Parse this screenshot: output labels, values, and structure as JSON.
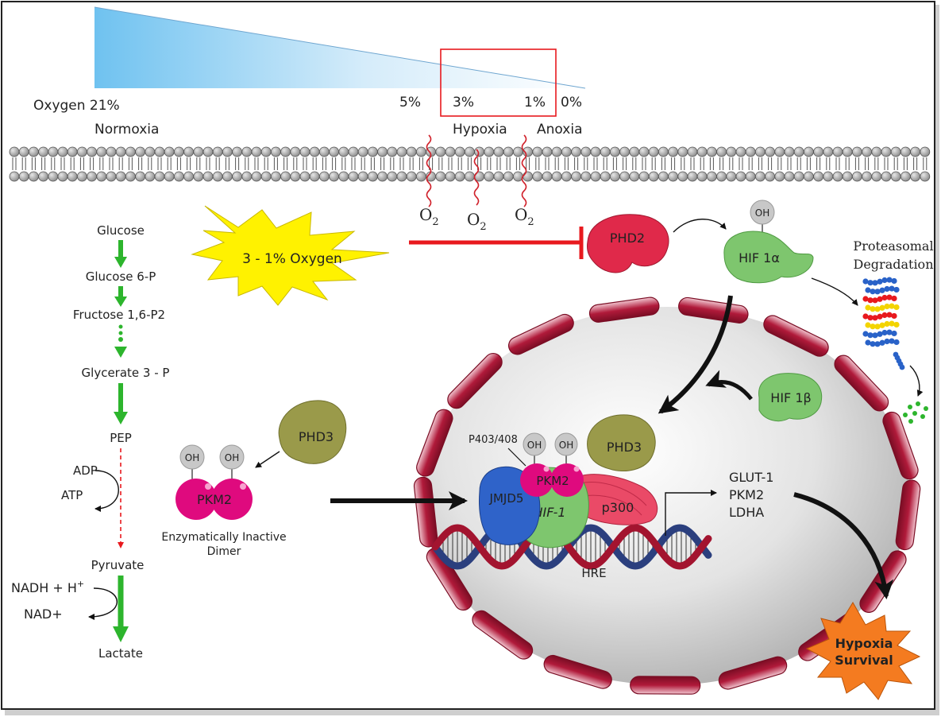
{
  "gradient": {
    "oxygen_label": "Oxygen 21%",
    "ticks": [
      "5%",
      "3%",
      "1%",
      "0%"
    ],
    "zones": [
      "Normoxia",
      "Hypoxia",
      "Anoxia"
    ]
  },
  "membrane": {
    "o2": [
      "O",
      "O",
      "O"
    ],
    "o2_sub": [
      "2",
      "2",
      "2"
    ]
  },
  "pathway": {
    "steps": [
      "Glucose",
      "Glucose 6-P",
      "Fructose 1,6-P2",
      "Glycerate 3 - P",
      "PEP",
      "Pyruvate",
      "Lactate"
    ],
    "adp": "ADP",
    "atp": "ATP",
    "nadh": "NADH + H",
    "nadh_sup": "+",
    "nad": "NAD+"
  },
  "burst": {
    "label": "3 - 1% Oxygen"
  },
  "phd2": {
    "label": "PHD2"
  },
  "hif1a": {
    "label": "HIF 1α",
    "oh": "OH"
  },
  "degradation": {
    "line1": "Proteasomal",
    "line2": "Degradation"
  },
  "hif1b": {
    "label": "HIF 1β"
  },
  "dimer": {
    "phd3": "PHD3",
    "pkm2": "PKM2",
    "oh": [
      "OH",
      "OH"
    ],
    "caption1": "Enzymatically Inactive",
    "caption2": "Dimer"
  },
  "complex": {
    "p403": "P403/408",
    "oh": [
      "OH",
      "OH"
    ],
    "pkm2": "PKM2",
    "jmjd5": "JMJD5",
    "hif1": "HIF-1",
    "p300": "p300",
    "phd3": "PHD3",
    "hre": "HRE"
  },
  "targets": [
    "GLUT-1",
    "PKM2",
    "LDHA"
  ],
  "survival": {
    "line1": "Hypoxia",
    "line2": "Survival"
  },
  "colors": {
    "arrow_green": "#2db52d",
    "inhibit_red": "#e8191e",
    "phd2": "#e0294a",
    "hif_green": "#7ec66e",
    "pkm2": "#df0a7e",
    "phd3": "#9a9a4a",
    "jmjd5": "#2f63c9",
    "p300": "#ea4a67",
    "burst": "#fff200",
    "survival": "#f47b20"
  }
}
